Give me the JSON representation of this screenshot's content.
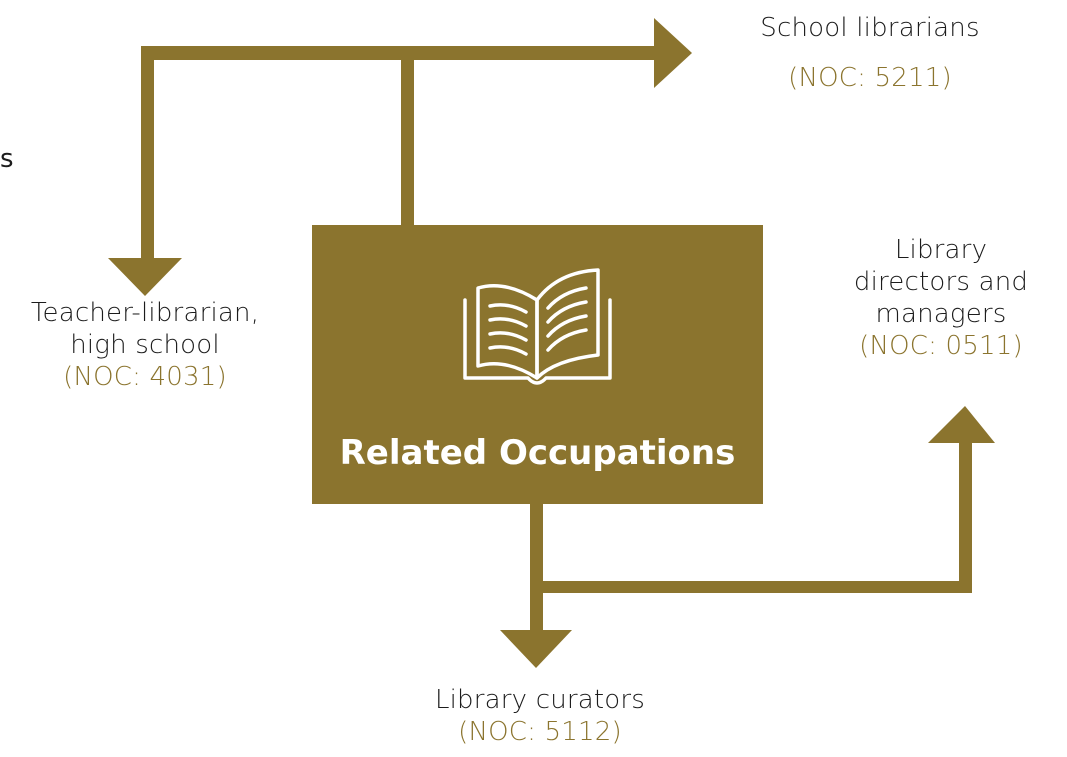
{
  "center": {
    "title": "Related Occupations",
    "icon": "open-book-icon"
  },
  "edge_fragment": "s",
  "occupations": {
    "school_librarians": {
      "name": "School librarians",
      "noc": "(NOC: 5211)"
    },
    "teacher_librarian": {
      "name_line1": "Teacher-librarian,",
      "name_line2": "high school",
      "noc": "(NOC: 4031)"
    },
    "library_directors": {
      "name_line1": "Library",
      "name_line2": "directors and",
      "name_line3": "managers",
      "noc": "(NOC: 0511)"
    },
    "library_curators": {
      "name": "Library curators",
      "noc": "(NOC: 5112)"
    }
  },
  "colors": {
    "accent": "#8b742e",
    "text": "#1c1c1c",
    "background": "#ffffff"
  }
}
